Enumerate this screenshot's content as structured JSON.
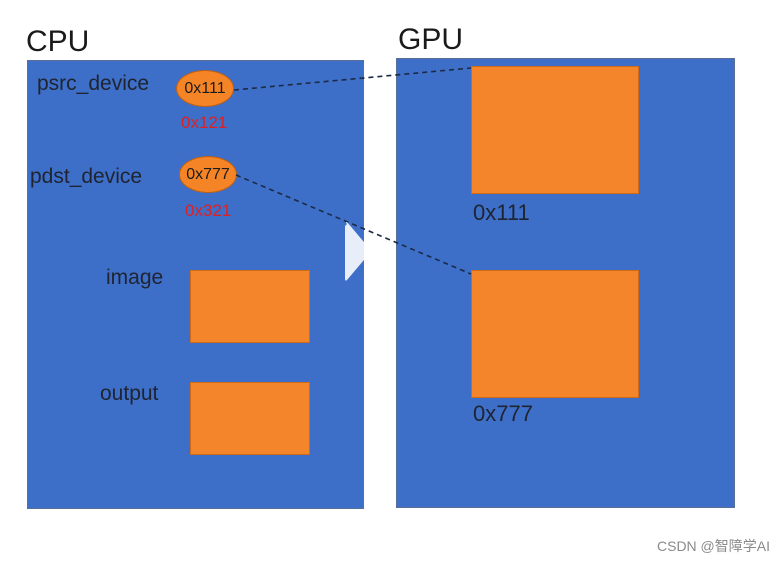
{
  "cpu": {
    "heading": "CPU",
    "psrc_label": "psrc_device",
    "psrc_value": "0x111",
    "psrc_addr": "0x121",
    "pdst_label": "pdst_device",
    "pdst_value": "0x777",
    "pdst_addr": "0x321",
    "image_label": "image",
    "output_label": "output"
  },
  "gpu": {
    "heading": "GPU",
    "block1_addr": "0x111",
    "block2_addr": "0x777"
  },
  "colors": {
    "panel": "#3d6fc9",
    "block": "#f5852a",
    "address_text": "#e02020"
  },
  "watermark": "CSDN @智障学AI"
}
